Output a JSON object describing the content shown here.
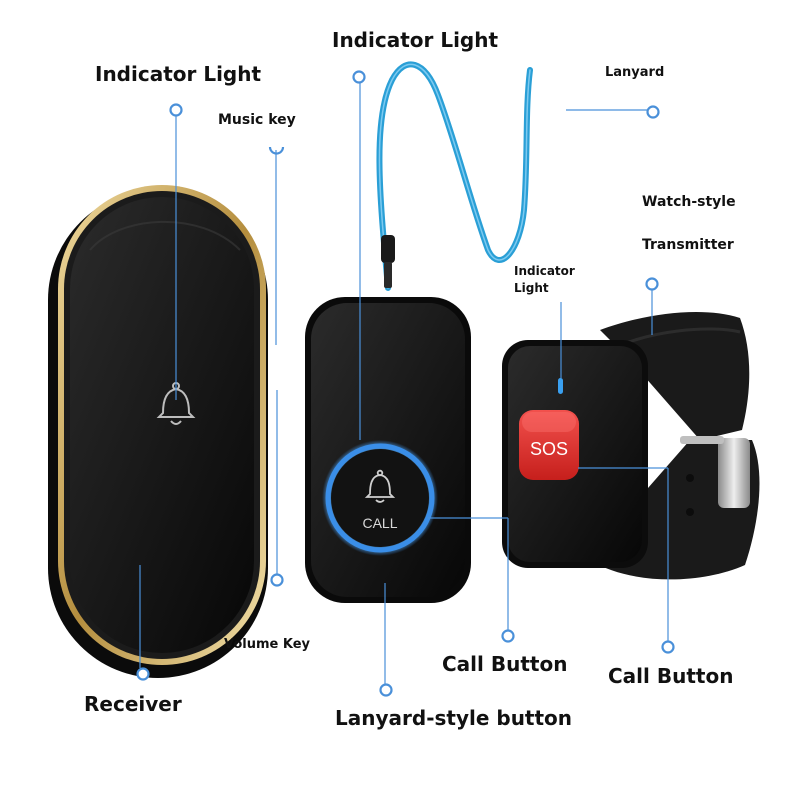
{
  "labels": {
    "indicator_light_receiver": "Indicator Light",
    "music_key": "Music key",
    "indicator_light_lanyard": "Indicator Light",
    "lanyard": "Lanyard",
    "watch_style_line1": "Watch-style",
    "watch_style_line2": "Transmitter",
    "indicator_light_watch_line1": "Indicator",
    "indicator_light_watch_line2": "Light",
    "volume_key": "Volume Key",
    "receiver": "Receiver",
    "lanyard_style_button": "Lanyard-style button",
    "call_button_lanyard": "Call Button",
    "call_button_watch": "Call Button"
  },
  "devices": {
    "lanyard_button_text": "CALL",
    "watch_button_text": "SOS"
  },
  "colors": {
    "callout": "#4a90d9",
    "device_black": "#161616",
    "gold_trim": "#c8a75a",
    "glow_blue": "#3a8ee8",
    "sos_red": "#e8322f",
    "lanyard_blue": "#2a9fd6"
  },
  "icons": {
    "receiver_bell": "bell-icon",
    "lanyard_bell": "bell-icon"
  }
}
